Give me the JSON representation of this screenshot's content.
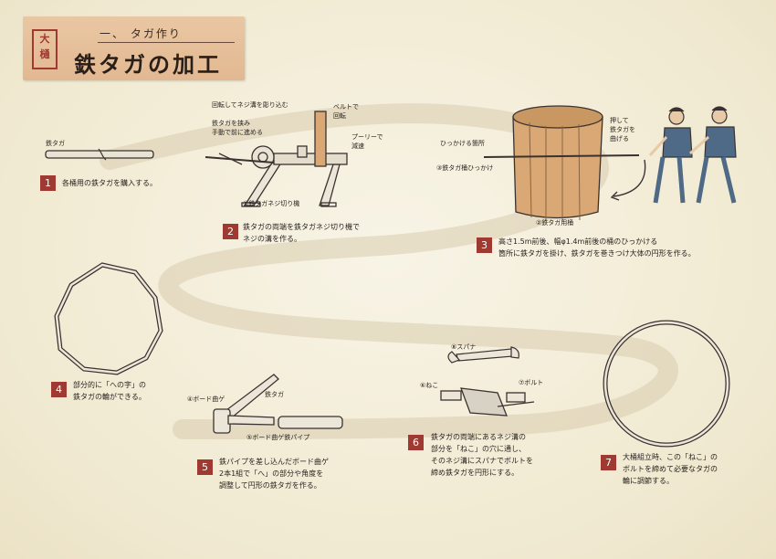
{
  "header": {
    "badge": "大\n樋",
    "section": "一、 タガ作り",
    "title": "鉄タガの加工"
  },
  "steps": [
    {
      "number": "1",
      "text": "各桶用の鉄タガを購入する。"
    },
    {
      "number": "2",
      "text_line1": "鉄タガの両端を鉄タガネジ切り機で",
      "text_line2": "ネジの溝を作る。"
    },
    {
      "number": "3",
      "text_line1": "高さ1.5m前後、幅φ1.4m前後の桶のひっかける",
      "text_line2": "箇所に鉄タガを掛け、鉄タガを巻きつけ大体の円形を作る。"
    },
    {
      "number": "4",
      "text_line1": "部分的に「への字」の",
      "text_line2": "鉄タガの輪ができる。"
    },
    {
      "number": "5",
      "text_line1": "鉄パイプを差し込んだボード曲ゲ",
      "text_line2": "2本1組で「へ」の部分や角度を",
      "text_line3": "調整して円形の鉄タガを作る。"
    },
    {
      "number": "6",
      "text_line1": "鉄タガの両端にあるネジ溝の",
      "text_line2": "部分を「ねこ」の穴に通し、",
      "text_line3": "そのネジ溝にスパナでボルトを",
      "text_line4": "締め鉄タガを円形にする。"
    },
    {
      "number": "7",
      "text_line1": "大桶組立時、この「ねこ」の",
      "text_line2": "ボルトを締めて必要なタガの",
      "text_line3": "輪に調節する。"
    }
  ],
  "labels": {
    "hoop_1": "鉄タガ",
    "rotate_groove": "回転してネジ溝を彫り込む",
    "belt_rotate_1": "ベルトで",
    "belt_rotate_2": "回転",
    "pinch_1": "鉄タガを挟み",
    "pinch_2": "手動で前に進める",
    "pulley_1": "プーリーで",
    "pulley_2": "減速",
    "machine": "①鉄タガネジ切り機",
    "hook_point": "ひっかける箇所",
    "hook_tool": "③鉄タガ桶ひっかけ",
    "push_1": "押して",
    "push_2": "鉄タガを",
    "push_3": "曲げる",
    "tub": "②鉄タガ用桶",
    "board_bender": "④ボード曲ゲ",
    "hoop_5": "鉄タガ",
    "pipe": "⑤ボード曲ゲ鉄パイプ",
    "spanner": "⑧スパナ",
    "neko": "⑥ねこ",
    "bolt": "⑦ボルト"
  },
  "colors": {
    "accent": "#9e3a32",
    "panel": "#e5bd96",
    "wood": "#d9a874",
    "worker_shirt": "#4f6a86"
  }
}
